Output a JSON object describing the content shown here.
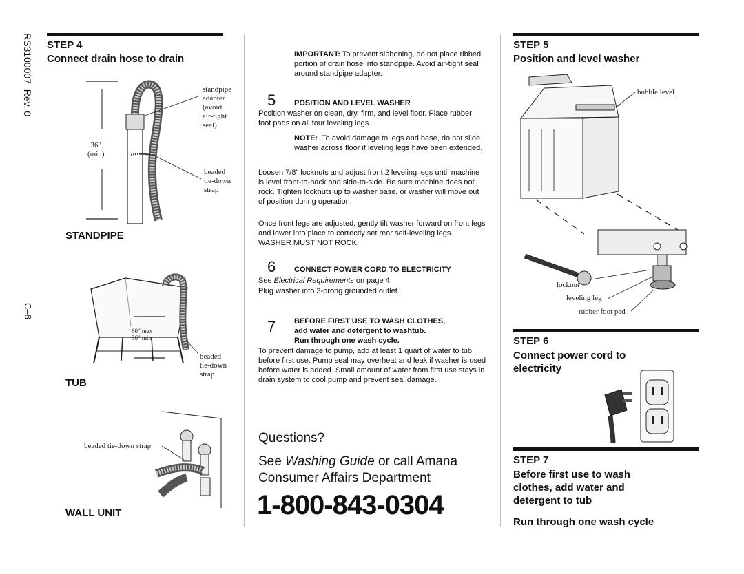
{
  "side": {
    "doc_code": "RS3100007  Rev. 0",
    "page": "C–8"
  },
  "step4": {
    "label": "STEP 4",
    "title": "Connect drain hose to drain",
    "standpipe": {
      "label": "STANDPIPE",
      "callout_adapter": [
        "standpipe",
        "adapter",
        "(avoid",
        "air-tight",
        "seal)"
      ],
      "height_label": [
        "36\"",
        "(min)"
      ],
      "callout_strap": [
        "beaded",
        "tie-down",
        "strap"
      ]
    },
    "tub": {
      "label": "TUB",
      "height_label": [
        "60\" max",
        "36\" min"
      ],
      "callout_strap": [
        "beaded",
        "tie-down",
        "strap"
      ]
    },
    "wall": {
      "label": "WALL UNIT",
      "callout_strap": "beaded tie-down strap"
    }
  },
  "middle": {
    "important_label": "IMPORTANT:",
    "important_text": "To prevent siphoning, do not place ribbed portion of drain hose into standpipe. Avoid air-tight seal around standpipe adapter.",
    "s5": {
      "num": "5",
      "title": "POSITION AND LEVEL WASHER",
      "text": "Position washer on clean, dry, firm, and level floor. Place rubber foot pads on all four leveling legs.",
      "note_label": "NOTE:",
      "note_text": "To avoid damage to legs and base, do not slide washer across floor if leveling legs have been extended.",
      "p2": "Loosen 7/8\" locknuts and adjust front 2 leveling legs until machine is level front-to-back and side-to-side. Be sure machine does not rock. Tighten locknuts up to washer base, or washer will move out of position during operation.",
      "p3": "Once front legs are adjusted, gently tilt washer forward on front legs and lower into place to correctly set rear self-leveling legs. WASHER MUST NOT ROCK."
    },
    "s6": {
      "num": "6",
      "title": "CONNECT POWER CORD TO ELECTRICITY",
      "see": "See",
      "see_ref": "Electrical Requirements",
      "see_tail": "on page 4.",
      "text": "Plug washer into 3-prong grounded outlet."
    },
    "s7": {
      "num": "7",
      "title_lines": [
        "BEFORE FIRST USE TO WASH CLOTHES,",
        "add water and detergent to washtub.",
        "Run through one wash cycle."
      ],
      "text": "To prevent damage to pump, add at least 1 quart of water to tub before first use. Pump seal may overheat and leak if washer is used before water is added. Small amount of water from first use stays in drain system to cool pump and prevent seal damage."
    },
    "questions": "Questions?",
    "see_line_1a": "See",
    "see_line_1b": "Washing Guide",
    "see_line_1c": "or call Amana",
    "see_line_2": "Consumer Affairs Department",
    "phone": "1-800-843-0304"
  },
  "right": {
    "step5": {
      "label": "STEP 5",
      "title": "Position and level washer",
      "callouts": {
        "bubble": "bubble level",
        "locknut": "locknut",
        "leg": "leveling leg",
        "pad": "rubber foot pad"
      }
    },
    "step6": {
      "label": "STEP 6",
      "title_lines": [
        "Connect power cord to",
        "electricity"
      ]
    },
    "step7": {
      "label": "STEP 7",
      "title_lines": [
        "Before first use to wash",
        "clothes, add water and",
        "detergent to tub"
      ],
      "sub": "Run through one wash cycle"
    }
  }
}
